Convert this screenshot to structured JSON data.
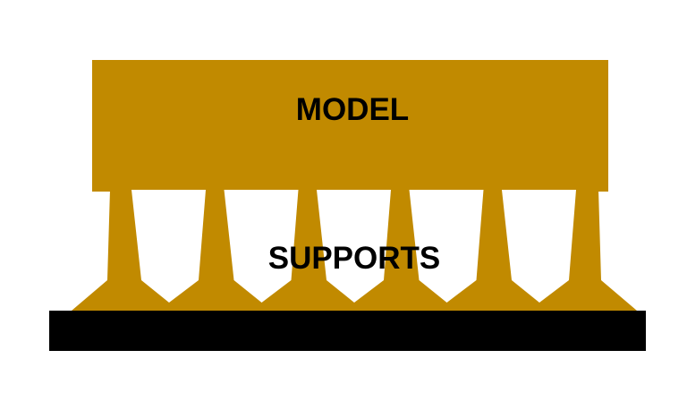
{
  "labels": {
    "model": "MODEL",
    "supports": "SUPPORTS"
  },
  "colors": {
    "model": "#C18A00",
    "supports": "#C18A00",
    "base": "#000000",
    "background": "#FFFFFF"
  },
  "support_count": 6
}
